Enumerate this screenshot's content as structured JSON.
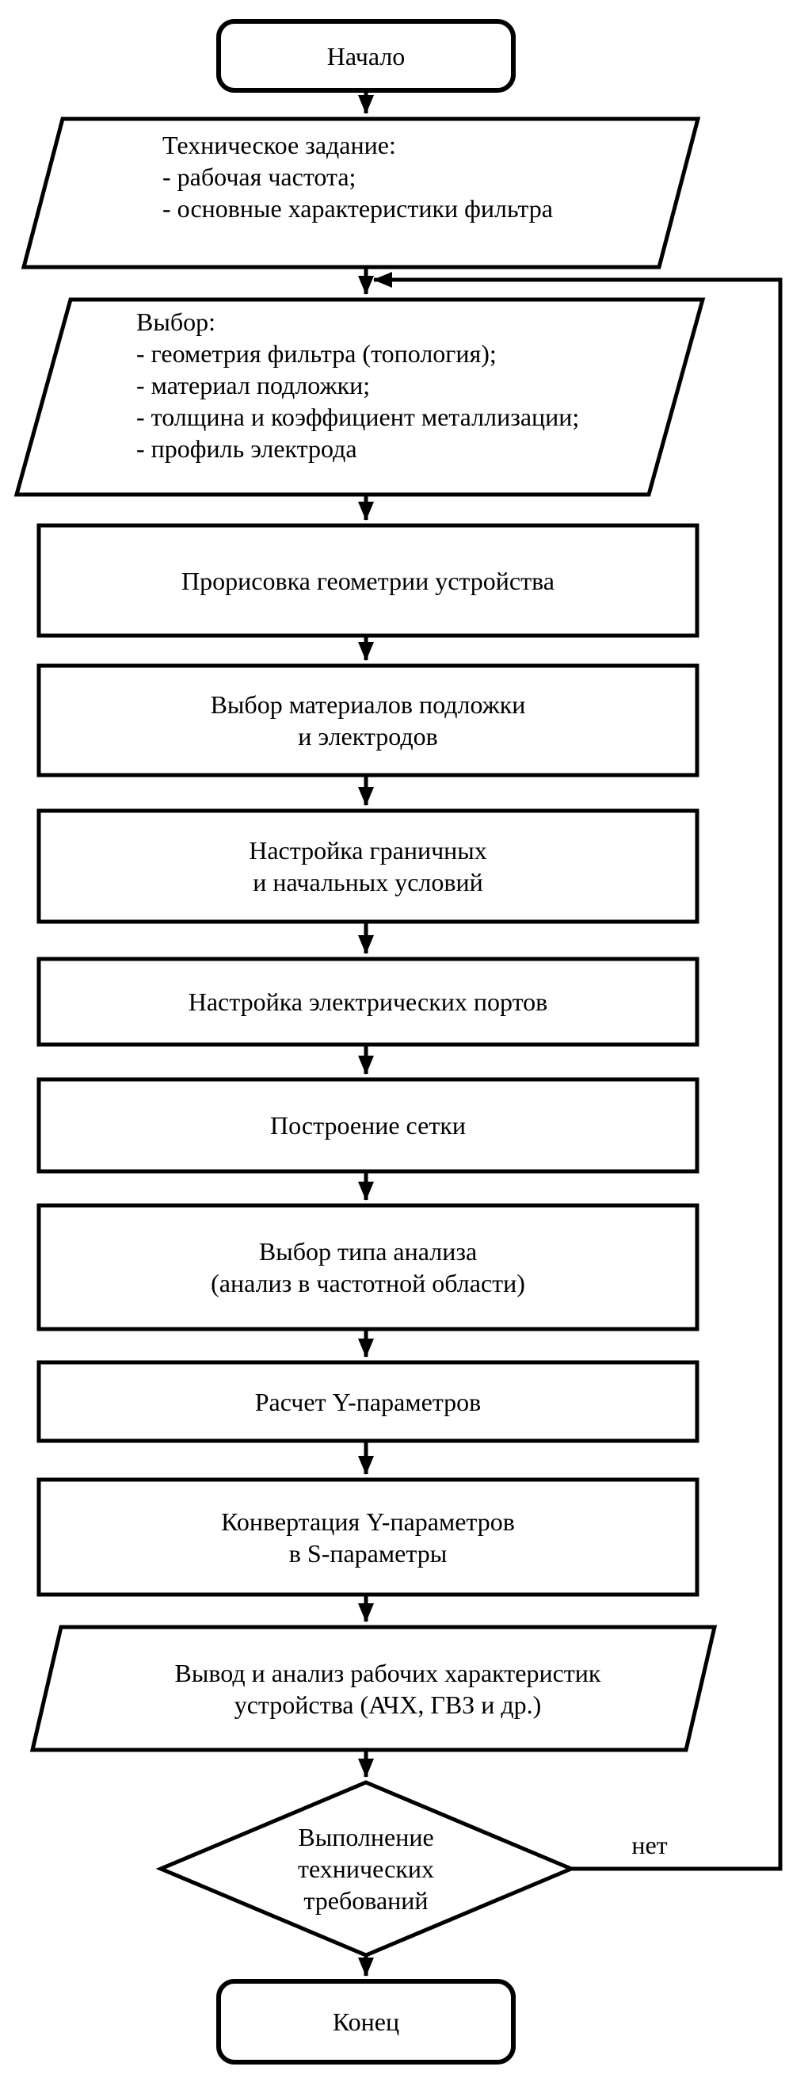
{
  "diagram_title": "SAW filter simulation flowchart",
  "colors": {
    "line": "#000000",
    "background": "#ffffff",
    "text": "#000000"
  },
  "nodes": {
    "start": {
      "type": "terminator",
      "label": "Начало"
    },
    "spec": {
      "type": "io-parallelogram",
      "label": "Техническое задание:\n- рабочая частота;\n- основные характеристики фильтра"
    },
    "choice": {
      "type": "io-parallelogram",
      "label": "Выбор:\n- геометрия фильтра (топология);\n- материал подложки;\n- толщина и коэффициент металлизации;\n- профиль электрода"
    },
    "draw_geometry": {
      "type": "process",
      "label": "Прорисовка геометрии устройства"
    },
    "materials": {
      "type": "process",
      "label": "Выбор материалов подложки\nи электродов"
    },
    "boundary": {
      "type": "process",
      "label": "Настройка граничных\nи начальных условий"
    },
    "ports": {
      "type": "process",
      "label": "Настройка электрических портов"
    },
    "mesh": {
      "type": "process",
      "label": "Построение сетки"
    },
    "analysis": {
      "type": "process",
      "label": "Выбор типа анализа\n(анализ в частотной области)"
    },
    "y_params": {
      "type": "process",
      "label": "Расчет Y-параметров"
    },
    "convert": {
      "type": "process",
      "label": "Конвертация Y-параметров\nв S-параметры"
    },
    "output": {
      "type": "io-parallelogram",
      "label": "Вывод и анализ рабочих характеристик\nустройства (АЧХ, ГВЗ и др.)"
    },
    "decision": {
      "type": "decision",
      "label": "Выполнение\nтехнических\nтребований"
    },
    "end": {
      "type": "terminator",
      "label": "Конец"
    }
  },
  "edges": {
    "no_branch_label": "нет"
  }
}
